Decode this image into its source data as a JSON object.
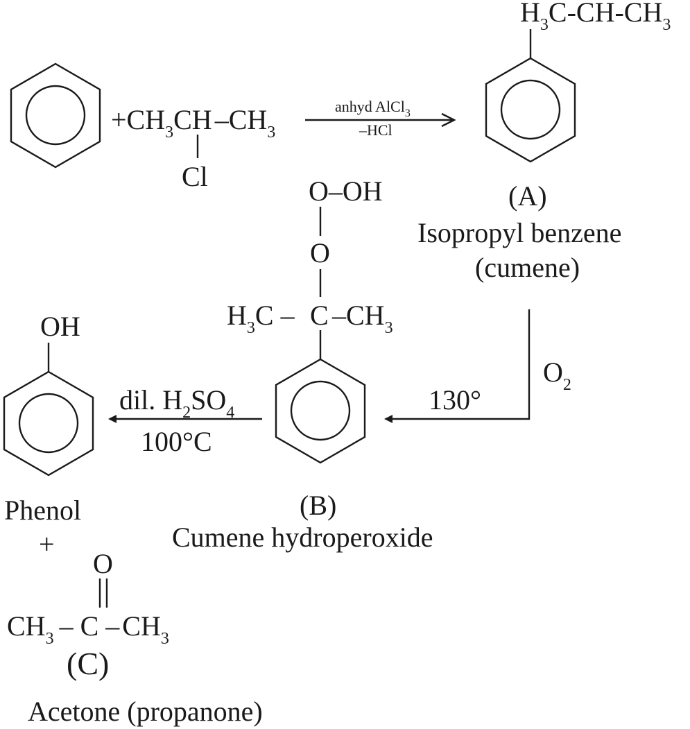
{
  "reaction": {
    "reactant_2": {
      "prefix": "+CH",
      "sub1": "3",
      "mid": "CH",
      "dash": "–CH",
      "sub2": "3",
      "substituent": "Cl"
    },
    "step1": {
      "reagent_top": "anhyd AlCl",
      "reagent_top_sub": "3",
      "reagent_bottom": "–HCl"
    },
    "product_a": {
      "side_chain_1": "H",
      "side_chain_sub1": "3",
      "side_chain_2": "C-CH-CH",
      "side_chain_sub2": "3",
      "label": "(A)",
      "name": "Isopropyl benzene",
      "common_name": "(cumene)"
    },
    "step2": {
      "reagent": "O",
      "reagent_sub": "2",
      "temperature": "130°"
    },
    "product_b": {
      "peroxide_top": "O–OH",
      "oxygen": "O",
      "left_group": "H",
      "left_sub": "3",
      "left_rest": "C –",
      "center_carbon": "C",
      "right_group": "–CH",
      "right_sub": "3",
      "label": "(B)",
      "name": "Cumene hydroperoxide"
    },
    "step3": {
      "reagent": "dil. H",
      "reagent_sub1": "2",
      "reagent_mid": "SO",
      "reagent_sub2": "4",
      "temperature": "100°C"
    },
    "product_phenol": {
      "group": "OH",
      "name": "Phenol",
      "plus": "+"
    },
    "product_c": {
      "oxygen": "O",
      "left": "CH",
      "left_sub": "3",
      "middle": "– C –",
      "right": "CH",
      "right_sub": "3",
      "label": "(C)",
      "name": "Acetone (propanone)"
    }
  }
}
